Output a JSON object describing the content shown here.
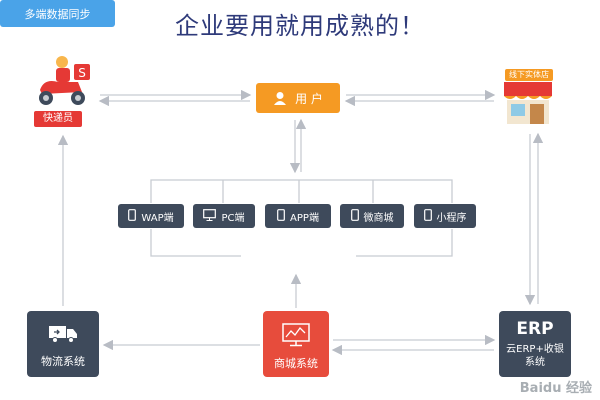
{
  "title": "企业要用就用成熟的！",
  "nodes": {
    "courier": {
      "label": "快递员",
      "badge": "S"
    },
    "user": {
      "label": "用 户"
    },
    "store": {
      "label": "线下实体店"
    },
    "platforms": [
      {
        "label": "WAP端",
        "icon": "mobile-icon"
      },
      {
        "label": "PC端",
        "icon": "monitor-icon"
      },
      {
        "label": "APP端",
        "icon": "mobile-icon"
      },
      {
        "label": "微商城",
        "icon": "mobile-icon"
      },
      {
        "label": "小程序",
        "icon": "mobile-icon"
      }
    ],
    "sync": {
      "label": "多端数据同步"
    },
    "logistics": {
      "label": "物流系统",
      "icon": "delivery-truck-icon"
    },
    "mall": {
      "label": "商城系统",
      "icon": "monitor-chart-icon"
    },
    "erp": {
      "title": "ERP",
      "label": "云ERP+收银系统"
    }
  },
  "watermark": "Baidu 经验",
  "colors": {
    "title": "#2e3a7a",
    "user": "#f59a23",
    "platform": "#3e4a5b",
    "sync": "#4aa3e8",
    "mall": "#e74c3c",
    "courier": "#e53935",
    "arrow": "#c8ccd2"
  }
}
